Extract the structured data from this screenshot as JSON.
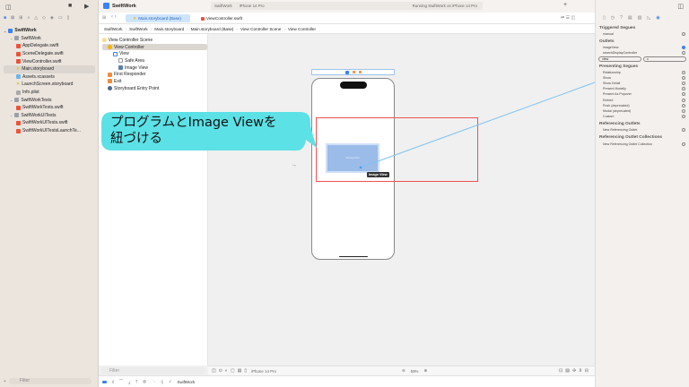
{
  "app": {
    "project": "SwiftWork",
    "scheme": "SwiftWork",
    "device": "iPhone 14 Pro",
    "status": "Running SwiftWork on iPhone 14 Pro"
  },
  "tabs": [
    {
      "label": "Main.storyboard (Base)",
      "active": true
    },
    {
      "label": "ViewController.swift",
      "active": false
    }
  ],
  "breadcrumb": [
    "SwiftWork",
    "SwiftWork",
    "Main.storyboard",
    "Main.storyboard (Base)",
    "View Controller Scene",
    "View Controller"
  ],
  "navigator": {
    "items": [
      {
        "label": "SwiftWork",
        "type": "project",
        "level": 0
      },
      {
        "label": "SwiftWork",
        "type": "folder",
        "level": 1
      },
      {
        "label": "AppDelegate.swift",
        "type": "swift",
        "level": 2
      },
      {
        "label": "SceneDelegate.swift",
        "type": "swift",
        "level": 2
      },
      {
        "label": "ViewController.swift",
        "type": "swift",
        "level": 2
      },
      {
        "label": "Main.storyboard",
        "type": "storyboard",
        "level": 2,
        "selected": true
      },
      {
        "label": "Assets.xcassets",
        "type": "assets",
        "level": 2
      },
      {
        "label": "LaunchScreen.storyboard",
        "type": "storyboard",
        "level": 2
      },
      {
        "label": "Info.plist",
        "type": "plist",
        "level": 2
      },
      {
        "label": "SwiftWorkTests",
        "type": "folder",
        "level": 1
      },
      {
        "label": "SwiftWorkTests.swift",
        "type": "swift",
        "level": 2
      },
      {
        "label": "SwiftWorkUITests",
        "type": "folder",
        "level": 1
      },
      {
        "label": "SwiftWorkUITests.swift",
        "type": "swift",
        "level": 2
      },
      {
        "label": "SwiftWorkUITestsLaunchTe...",
        "type": "swift",
        "level": 2
      }
    ],
    "filter_placeholder": "Filter"
  },
  "outline": {
    "items": [
      {
        "label": "View Controller Scene",
        "level": 0
      },
      {
        "label": "View Controller",
        "level": 1,
        "selected": true
      },
      {
        "label": "View",
        "level": 2
      },
      {
        "label": "Safe Area",
        "level": 3
      },
      {
        "label": "Image View",
        "level": 3
      },
      {
        "label": "First Responder",
        "level": 1
      },
      {
        "label": "Exit",
        "level": 1
      },
      {
        "label": "Storyboard Entry Point",
        "level": 1
      }
    ],
    "filter_placeholder": "Filter"
  },
  "callout": {
    "line1": "プログラムとImage Viewを",
    "line2": "紐づける",
    "color": "#5ce1e6"
  },
  "canvas": {
    "image_view_placeholder": "UIImageView",
    "image_view_tooltip": "Image View",
    "device": "iPhone 14 Pro",
    "zoom": "59%"
  },
  "debug": {
    "target": "SwiftWork"
  },
  "inspector": {
    "sections": [
      {
        "title": "Triggered Segues",
        "rows": [
          "manual"
        ]
      },
      {
        "title": "Outlets",
        "rows": [
          "imageView",
          "searchDisplayController"
        ],
        "connected": "imageView",
        "field": {
          "left": "view",
          "right": "x"
        }
      },
      {
        "title": "Presenting Segues",
        "rows": [
          "Relationship",
          "Show",
          "Show Detail",
          "Present Modally",
          "Present As Popover",
          "Embed",
          "Push (deprecated)",
          "Modal (deprecated)",
          "Custom"
        ]
      },
      {
        "title": "Referencing Outlets",
        "rows": [
          "New Referencing Outlet"
        ]
      },
      {
        "title": "Referencing Outlet Collections",
        "rows": [
          "New Referencing Outlet Collection"
        ]
      }
    ]
  },
  "colors": {
    "accent": "#3b82f6",
    "highlight": "#f05050",
    "connection": "#7ec3f5"
  }
}
